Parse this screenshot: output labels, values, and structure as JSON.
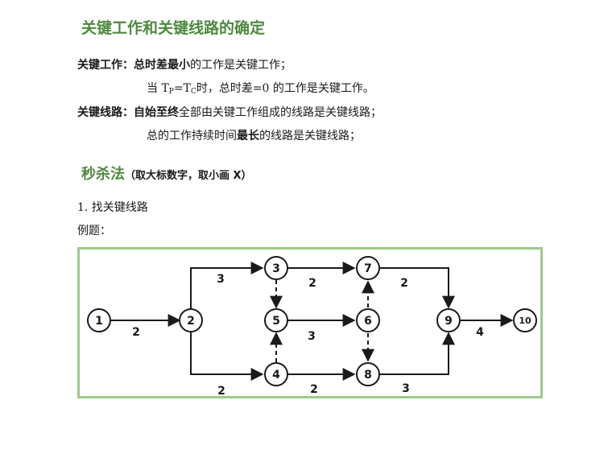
{
  "title": "关键工作和关键线路的确定",
  "rows": [
    {
      "label": "关键工作：",
      "bold": "总时差最小",
      "rest": "的工作是关键工作；"
    },
    {
      "label": "",
      "t1": "当 T",
      "s1": "P",
      "t2": "=T",
      "s2": "C",
      "t3": "时，总时差=0 的工作是关键工作。"
    },
    {
      "label": "关键线路：",
      "bold": "自始至终",
      "rest": "全部由关键工作组成的线路是关键线路；"
    },
    {
      "label": "",
      "pre": "总的工作持续时间",
      "bold": "最长",
      "rest": "的线路是关键线路；"
    }
  ],
  "section": {
    "title": "秒杀法",
    "note": "（取大标数字，取小画 X）"
  },
  "step": "1. 找关键线路",
  "example_label": "例题：",
  "diagram": {
    "nodes": [
      "1",
      "2",
      "3",
      "4",
      "5",
      "6",
      "7",
      "8",
      "9",
      "10"
    ],
    "weights": {
      "w12": "2",
      "w23": "3",
      "w24": "2",
      "w37": "2",
      "w48": "2",
      "w56": "3",
      "w79": "2",
      "w89": "3",
      "w910": "4"
    }
  }
}
